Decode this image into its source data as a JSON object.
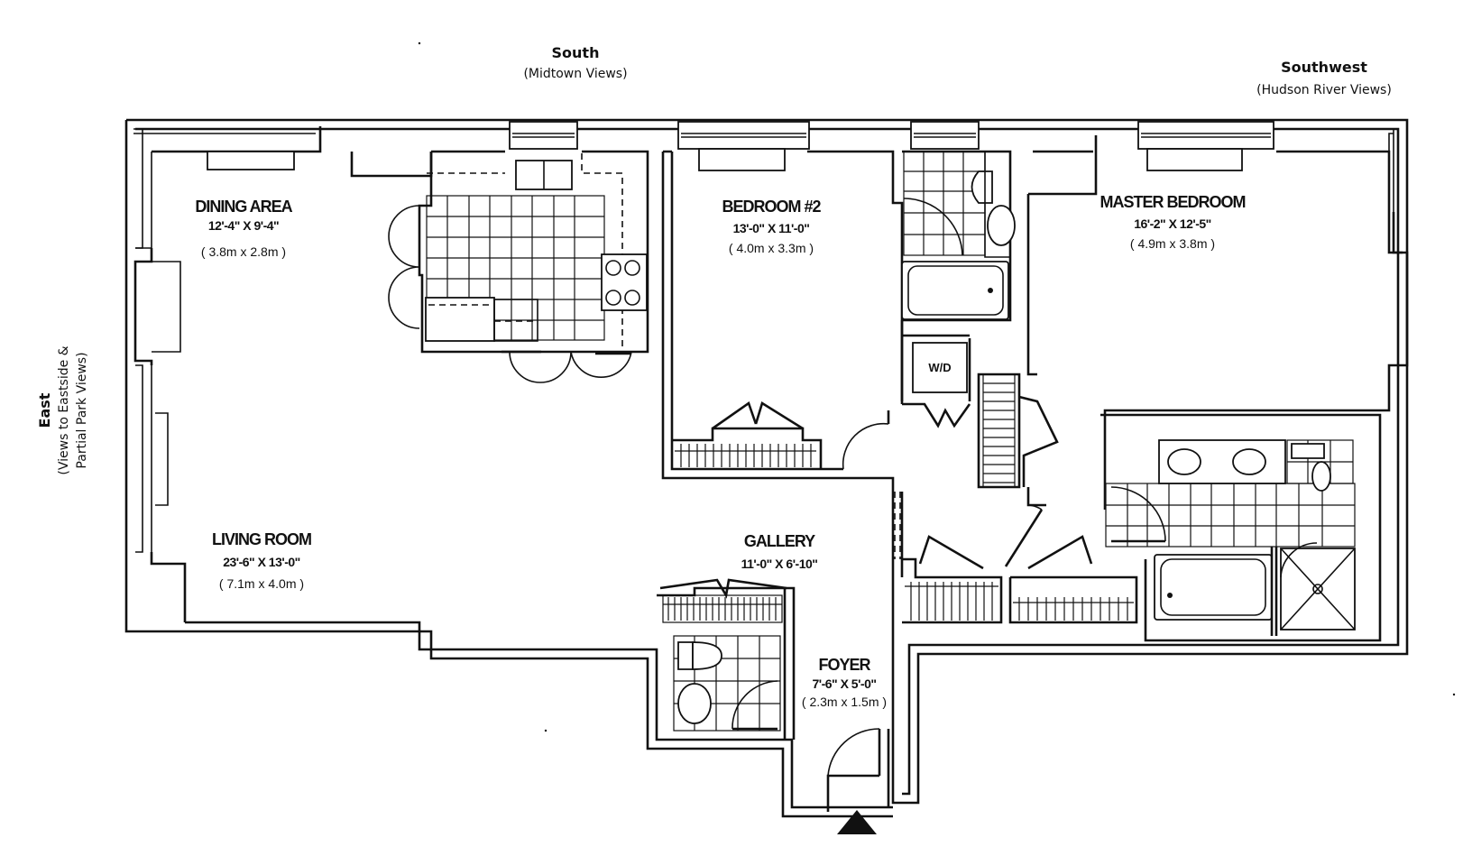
{
  "orientation": {
    "south": {
      "name": "South",
      "sub": "(Midtown Views)"
    },
    "southwest": {
      "name": "Southwest",
      "sub": "(Hudson River Views)"
    },
    "east": {
      "name": "East",
      "sub1": "(Views to Eastside &",
      "sub2": "Partial Park Views)"
    }
  },
  "rooms": {
    "dining": {
      "name": "DINING AREA",
      "imperial": "12'-4\" X 9'-4\"",
      "metric": "( 3.8m x 2.8m )"
    },
    "bedroom2": {
      "name": "BEDROOM #2",
      "imperial": "13'-0\" X 11'-0\"",
      "metric": "( 4.0m x 3.3m )"
    },
    "master": {
      "name": "MASTER BEDROOM",
      "imperial": "16'-2\" X 12'-5\"",
      "metric": "( 4.9m x 3.8m )"
    },
    "living": {
      "name": "LIVING ROOM",
      "imperial": "23'-6\" X 13'-0\"",
      "metric": "( 7.1m x 4.0m )"
    },
    "gallery": {
      "name": "GALLERY",
      "imperial": "11'-0\" X 6'-10\""
    },
    "foyer": {
      "name": "FOYER",
      "imperial": "7'-6\" X 5'-0\"",
      "metric": "( 2.3m x 1.5m )"
    }
  },
  "appliances": {
    "washer_dryer": "W/D"
  },
  "icons": {
    "entrance": "entrance-arrow-icon"
  },
  "colors": {
    "line": "#111111",
    "background": "#ffffff"
  }
}
